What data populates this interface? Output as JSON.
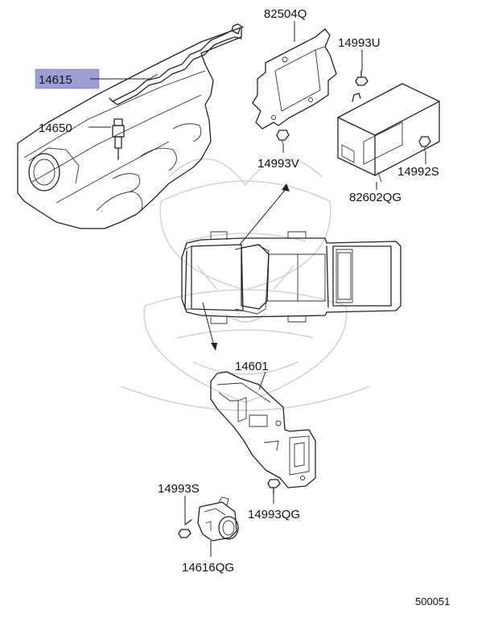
{
  "highlight_color": "#9d9ed8",
  "parts": {
    "p14615": "14615",
    "p14650": "14650",
    "p82504Q": "82504Q",
    "p14993U": "14993U",
    "p14993V": "14993V",
    "p14992S": "14992S",
    "p82602QG": "82602QG",
    "p14601": "14601",
    "p14993S": "14993S",
    "p14993QG": "14993QG",
    "p14616QG": "14616QG"
  },
  "diagram_code": "500051",
  "icons": {
    "engine": "engine-head-icon",
    "vehicle": "pickup-truck-icon",
    "watermark": "samurai-helmet-watermark"
  }
}
